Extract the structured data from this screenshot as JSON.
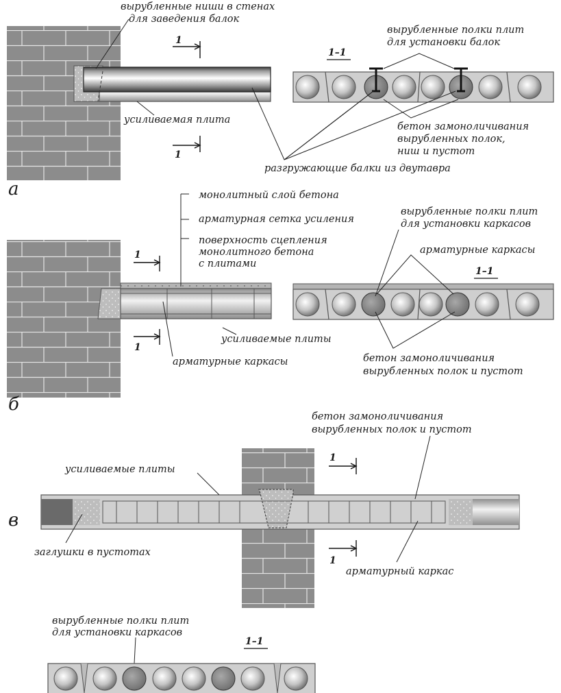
{
  "panel_a": {
    "letter": "а",
    "label_niches": [
      "вырубленные ниши в стенах",
      "для заведения балок"
    ],
    "label_slab": "усиливаемая плита",
    "label_beams": "разгружающие балки из двутавра",
    "label_shelves": [
      "вырубленные полки плит",
      "для установки балок"
    ],
    "label_concrete": [
      "бетон замоноличивания",
      "вырубленных полок,",
      "ниш и пустот"
    ],
    "section_mark": "1",
    "section_title": "1–1"
  },
  "panel_b": {
    "letter": "б",
    "label_layer": "монолитный слой бетона",
    "label_mesh": "арматурная сетка усиления",
    "label_surface": [
      "поверхность сцепления",
      "монолитного бетона",
      "с плитами"
    ],
    "label_slabs": "усиливаемые плиты",
    "label_frames": "арматурные каркасы",
    "label_shelves": [
      "вырубленные полки плит",
      "для установки каркасов"
    ],
    "label_frames_section": "арматурные каркасы",
    "label_concrete": [
      "бетон замоноличивания",
      "вырубленных полок и пустот"
    ],
    "section_mark": "1",
    "section_title": "1–1"
  },
  "panel_c": {
    "letter": "в",
    "label_concrete": [
      "бетон замоноличивания",
      "вырубленных полок и пустот"
    ],
    "label_slabs": "усиливаемые плиты",
    "label_plugs": "заглушки в пустотах",
    "label_frame": "арматурный каркас",
    "label_shelves": [
      "вырубленные полки плит",
      "для установки каркасов"
    ],
    "section_mark": "1",
    "section_title": "1–1"
  },
  "colors": {
    "brick": "#8c8c8c",
    "mortar": "#e6e6e6",
    "slab": "#cfcfcf",
    "concrete": "#b4b4b4",
    "steel": "#7a7a7a",
    "background": "#ffffff"
  }
}
